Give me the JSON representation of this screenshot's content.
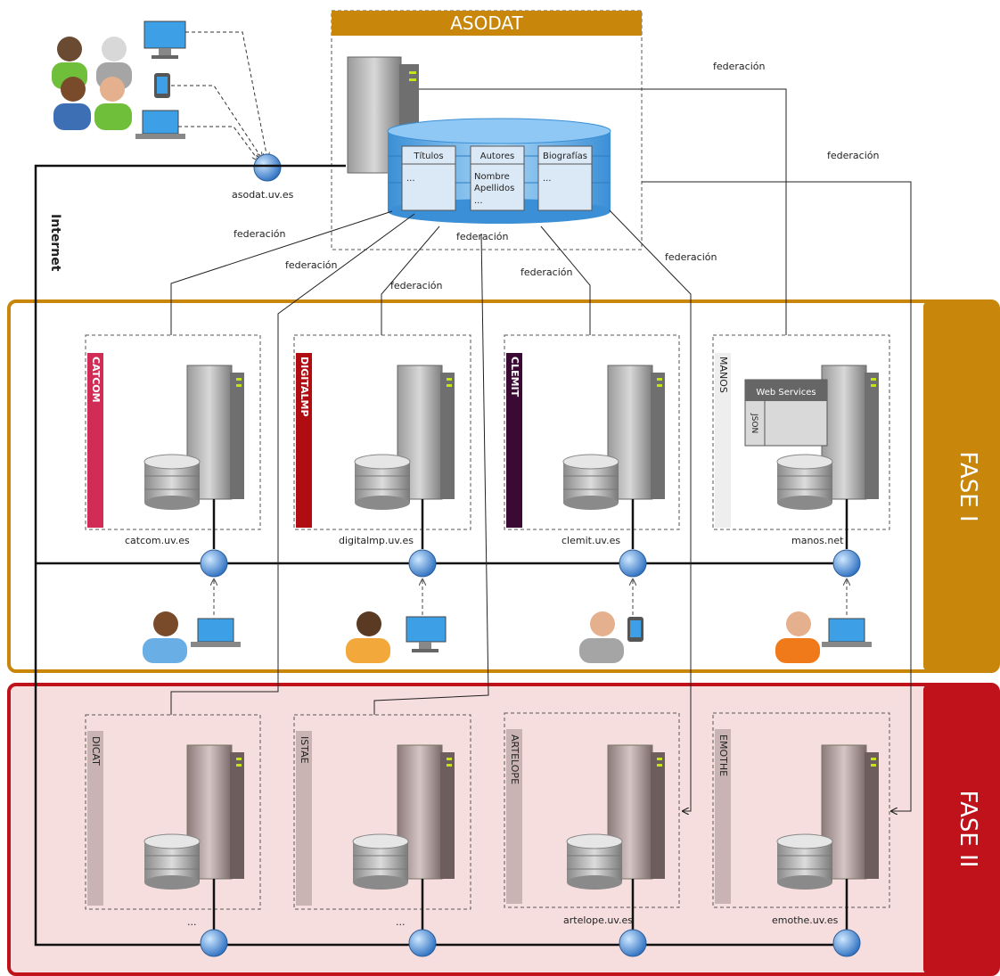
{
  "asodat": {
    "title": "ASODAT",
    "server_domain": "asodat.uv.es",
    "database": {
      "tables": [
        {
          "name": "Títulos",
          "fields": [
            "..."
          ]
        },
        {
          "name": "Autores",
          "fields": [
            "Nombre",
            "Apellidos",
            "..."
          ]
        },
        {
          "name": "Biografías",
          "fields": [
            "..."
          ]
        }
      ]
    }
  },
  "labels": {
    "internet": "Internet",
    "federation": "federación",
    "web_services": "Web Services",
    "json": "JSON"
  },
  "phases": [
    {
      "title": "FASE I",
      "color": "#c8860b",
      "nodes": [
        {
          "name": "CATCOM",
          "domain": "catcom.uv.es",
          "color": "#d02c55"
        },
        {
          "name": "DIGITALMP",
          "domain": "digitalmp.uv.es",
          "color": "#b00d12"
        },
        {
          "name": "CLEMIT",
          "domain": "clemit.uv.es",
          "color": "#3a0a35"
        },
        {
          "name": "MANOS",
          "domain": "manos.net",
          "color": "#eeeeee"
        }
      ]
    },
    {
      "title": "FASE II",
      "color": "#c0121a",
      "nodes": [
        {
          "name": "DICAT",
          "domain": "...",
          "color": "#c9b3b3"
        },
        {
          "name": "ISTAE",
          "domain": "...",
          "color": "#c9b3b3"
        },
        {
          "name": "ARTELOPE",
          "domain": "artelope.uv.es",
          "color": "#c9b3b3"
        },
        {
          "name": "EMOTHE",
          "domain": "emothe.uv.es",
          "color": "#c9b3b3"
        }
      ]
    }
  ],
  "icons": [
    "user-icon",
    "laptop-icon",
    "desktop-icon",
    "tablet-icon",
    "globe-icon",
    "server-icon",
    "database-icon"
  ]
}
